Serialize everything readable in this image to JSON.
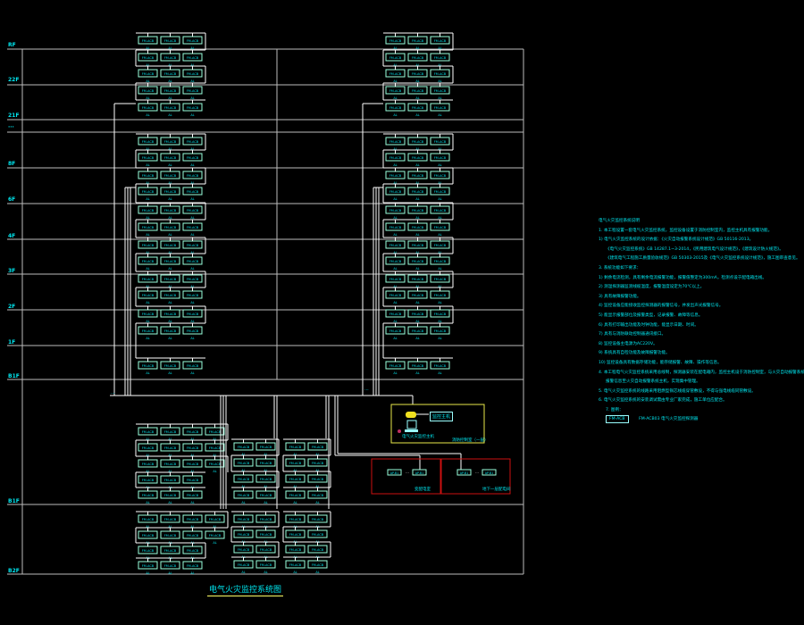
{
  "title": "电气火灾监控系统图",
  "floors": [
    "RF",
    "22F",
    "21F",
    "···",
    "8F",
    "6F",
    "4F",
    "3F",
    "2F",
    "1F",
    "B1F",
    "B1F",
    "B2F"
  ],
  "module": {
    "box_text": "FM-ACB",
    "label": "AL"
  },
  "riser_marks": [
    "···",
    "···"
  ],
  "control_room": {
    "host_label": "监控主机",
    "workstation_label": "电气火灾监控主机",
    "room_label": "消防控制室（一层）"
  },
  "substations": [
    {
      "left_box": "AP-B1",
      "dots": "···",
      "right_box": "AP-B1",
      "label": "变配电室"
    },
    {
      "left_box": "AP-B1",
      "dots": "···",
      "right_box": "AP-B1",
      "label": "地下一层配电间"
    }
  ],
  "notes": {
    "heading": "电气火灾监控系统说明",
    "lines": [
      "1. 本工程设置一套电气火灾监控系统，监控设备设置于消防控制室内，监控主机具有报警功能。",
      "1) 电气火灾监控系统的设计依据：《火灾自动报警系统设计规范》GB 50116-2013。",
      "《电气火灾监控系统》GB 14287.1~3-2014，《民用建筑电气设计规范》，《建筑设计防火规范》。",
      "《建筑电气工程施工质量验收规范》GB 50303-2015及《电气火灾监控系统设计规范》，施工图审查意见。",
      "3. 系统功能如下要求：",
      "1) 剩余电流检测，具有剩余电流报警功能，报警值整定为300mA，检测点设于配电箱出线。",
      "2) 测温探测器监测线缆温度，报警温度设定为70℃以上。",
      "3) 具有故障报警功能。",
      "4) 监控设备应能接收监控探测器的报警信号，并发出声光报警信号。",
      "5) 能显示报警部位及报警类型，记录报警、故障等信息。",
      "6) 具有打印输出功能及时钟功能，能显示日期、时间。",
      "7) 具有与消防联动控制器通讯接口。",
      "8) 监控设备主电源为AC220V。",
      "9) 系统具有自检功能及故障报警功能。",
      "10) 监控设备具有数据存储功能，能存储报警、故障、操作等信息。",
      "4. 本工程电气火灾监控系统采用总线制，探测器安装在配电箱内，监控主机设于消防控制室，与火灾自动报警系统联网，上传",
      "报警信息至火灾自动报警系统主机，实现集中管理。",
      "5. 电气火灾监控系统的线路采用阻燃型铜芯线缆穿管敷设，不得与强电线缆同管敷设。",
      "6. 电气火灾监控系统的安装调试需由专业厂家完成，施工单位应配合。"
    ],
    "legend_heading": "7. 图例：",
    "legend_symbol": "FM-ACB",
    "legend_code": "FM-ACB03",
    "legend_desc": "电气火灾监控探测器"
  },
  "colors": {
    "cyan": "#00e5ee",
    "module": "#99ffdd",
    "bus": "#ffffff",
    "grid": "#bbbbbb",
    "yellow": "#e8e84a",
    "red": "#cc1111"
  }
}
